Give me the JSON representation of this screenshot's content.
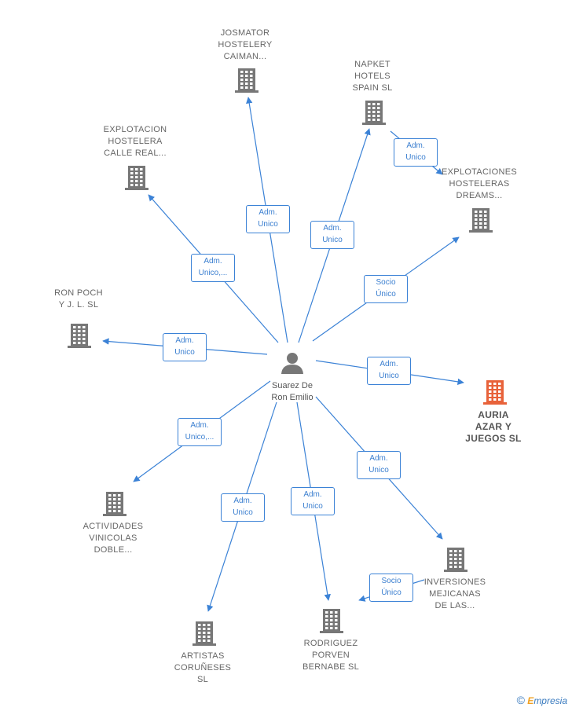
{
  "center": {
    "name": "Suarez De\nRon Emilio",
    "icon": "person-icon"
  },
  "colors": {
    "edge": "#3b82d6",
    "building": "#777777",
    "highlight": "#e8623a",
    "person": "#777777"
  },
  "nodes": [
    {
      "id": "josmator",
      "label": "JOSMATOR\nHOSTELERY\nCAIMAN...",
      "icon": "building-icon",
      "highlight": false
    },
    {
      "id": "napket",
      "label": "NAPKET\nHOTELS\nSPAIN SL",
      "icon": "building-icon",
      "highlight": false
    },
    {
      "id": "explotacion",
      "label": "EXPLOTACION\nHOSTELERA\nCALLE REAL...",
      "icon": "building-icon",
      "highlight": false
    },
    {
      "id": "explotaciones",
      "label": "EXPLOTACIONES\nHOSTELERAS\nDREAMS...",
      "icon": "building-icon",
      "highlight": false
    },
    {
      "id": "ronpoch",
      "label": "RON POCH\nY J. L.  SL",
      "icon": "building-icon",
      "highlight": false
    },
    {
      "id": "auria",
      "label": "AURIA\nAZAR Y\nJUEGOS  SL",
      "icon": "building-icon",
      "highlight": true
    },
    {
      "id": "actividades",
      "label": "ACTIVIDADES\nVINICOLAS\nDOBLE...",
      "icon": "building-icon",
      "highlight": false
    },
    {
      "id": "inversiones",
      "label": "INVERSIONES\nMEJICANAS\nDE LAS...",
      "icon": "building-icon",
      "highlight": false
    },
    {
      "id": "artistas",
      "label": "ARTISTAS\nCORUÑESES\nSL",
      "icon": "building-icon",
      "highlight": false
    },
    {
      "id": "rodriguez",
      "label": "RODRIGUEZ\nPORVEN\nBERNABE SL",
      "icon": "building-icon",
      "highlight": false
    }
  ],
  "edges": [
    {
      "from": "center",
      "to": "josmator",
      "label": "Adm.\nUnico"
    },
    {
      "from": "center",
      "to": "napket",
      "label": "Adm.\nUnico"
    },
    {
      "from": "napket",
      "to": "explotaciones",
      "label": "Adm.\nUnico"
    },
    {
      "from": "center",
      "to": "explotacion",
      "label": "Adm.\nUnico,..."
    },
    {
      "from": "center",
      "to": "explotaciones",
      "label": "Socio\nÚnico"
    },
    {
      "from": "center",
      "to": "ronpoch",
      "label": "Adm.\nUnico"
    },
    {
      "from": "center",
      "to": "auria",
      "label": "Adm.\nUnico"
    },
    {
      "from": "center",
      "to": "actividades",
      "label": "Adm.\nUnico,..."
    },
    {
      "from": "center",
      "to": "inversiones",
      "label": "Adm.\nUnico"
    },
    {
      "from": "inversiones",
      "to": "rodriguez",
      "label": "Socio\nÚnico"
    },
    {
      "from": "center",
      "to": "artistas",
      "label": "Adm.\nUnico"
    },
    {
      "from": "center",
      "to": "rodriguez",
      "label": "Adm.\nUnico"
    }
  ],
  "footer": {
    "symbol": "©",
    "brand_initial": "E",
    "brand_rest": "mpresia"
  }
}
